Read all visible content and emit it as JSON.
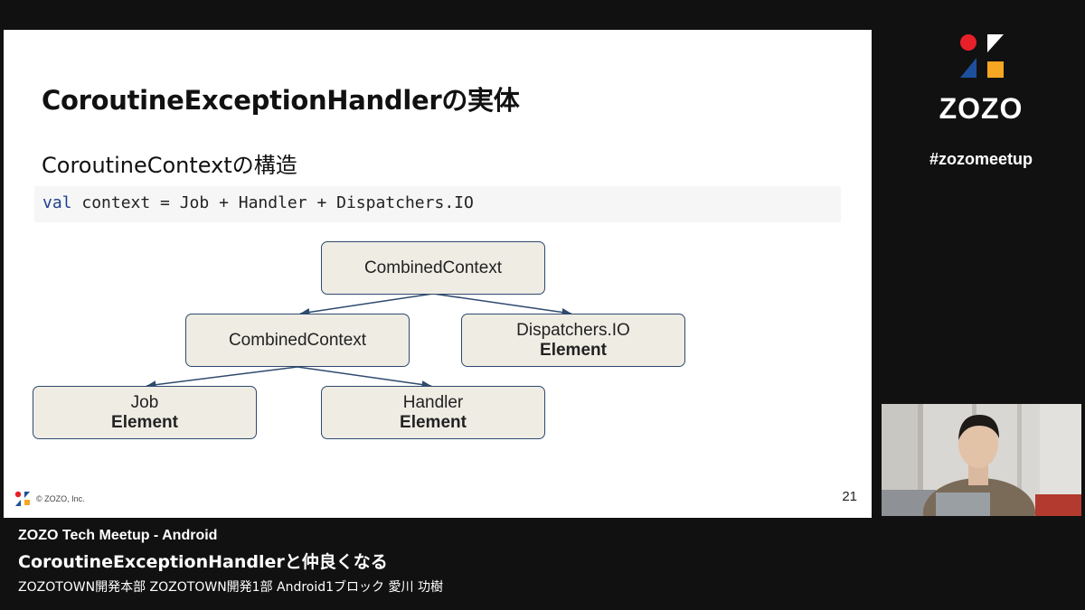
{
  "slide": {
    "title": "CoroutineExceptionHandlerの実体",
    "subtitle": "CoroutineContextの構造",
    "code": {
      "keyword": "val",
      "rest": " context = Job + Handler + Dispatchers.IO"
    },
    "tree": {
      "root": {
        "label": "CombinedContext"
      },
      "left": {
        "label": "CombinedContext"
      },
      "right": {
        "label": "Dispatchers.IO",
        "sub": "Element"
      },
      "left_left": {
        "label": "Job",
        "sub": "Element"
      },
      "left_right": {
        "label": "Handler",
        "sub": "Element"
      }
    },
    "copyright": "© ZOZO, Inc.",
    "page_number": "21"
  },
  "brand": {
    "name": "ZOZO",
    "hashtag": "#zozomeetup",
    "colors": {
      "red": "#e8202a",
      "blue": "#1d4f9c",
      "orange": "#f5a623",
      "white": "#ffffff"
    }
  },
  "caption": {
    "event": "ZOZO Tech Meetup - Android",
    "talk_title": "CoroutineExceptionHandlerと仲良くなる",
    "speaker": "ZOZOTOWN開発本部 ZOZOTOWN開発1部 Android1ブロック 愛川 功樹"
  }
}
